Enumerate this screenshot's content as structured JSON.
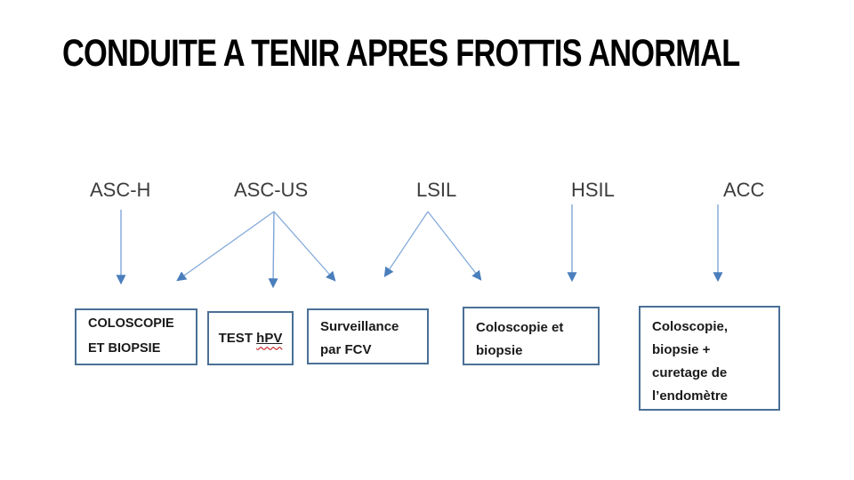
{
  "slide": {
    "title": "CONDUITE A TENIR APRES FROTTIS ANORMAL"
  },
  "colors": {
    "background": "#ffffff",
    "title_text": "#000000",
    "label_text": "#3d3d3d",
    "box_border": "#4a7096",
    "box_text": "#1a1a1a",
    "arrow_line": "#7ea6d8",
    "arrow_head": "#4a7ebc",
    "spellcheck_underline": "#c00000"
  },
  "diagram": {
    "categories": [
      {
        "id": "asc-h",
        "label": "ASC-H"
      },
      {
        "id": "asc-us",
        "label": "ASC-US"
      },
      {
        "id": "lsil",
        "label": "LSIL"
      },
      {
        "id": "hsil",
        "label": "HSIL"
      },
      {
        "id": "acc",
        "label": "ACC"
      }
    ],
    "boxes": [
      {
        "id": "coloscopie-et-biopsie",
        "lines": [
          "COLOSCOPIE",
          "ET BIOPSIE"
        ]
      },
      {
        "id": "test-hpv",
        "prefix": "TEST ",
        "term": "hPV"
      },
      {
        "id": "surveillance-fcv",
        "lines": [
          "Surveillance",
          "par FCV"
        ]
      },
      {
        "id": "coloscopie-biopsie",
        "lines": [
          "Coloscopie et",
          "biopsie"
        ]
      },
      {
        "id": "coloscopie-curetage",
        "lines": [
          "Coloscopie,",
          "biopsie +",
          "curetage de",
          "l’endomètre"
        ]
      }
    ],
    "edges": [
      {
        "from": "ASC-H",
        "to": "COLOSCOPIE ET BIOPSIE"
      },
      {
        "from": "ASC-US",
        "to": "COLOSCOPIE ET BIOPSIE"
      },
      {
        "from": "ASC-US",
        "to": "TEST hPV"
      },
      {
        "from": "ASC-US",
        "to": "Surveillance par FCV"
      },
      {
        "from": "LSIL",
        "to": "Surveillance par FCV"
      },
      {
        "from": "LSIL",
        "to": "Coloscopie et biopsie"
      },
      {
        "from": "HSIL",
        "to": "Coloscopie et biopsie"
      },
      {
        "from": "ACC",
        "to": "Coloscopie, biopsie + curetage de l’endomètre"
      }
    ]
  }
}
